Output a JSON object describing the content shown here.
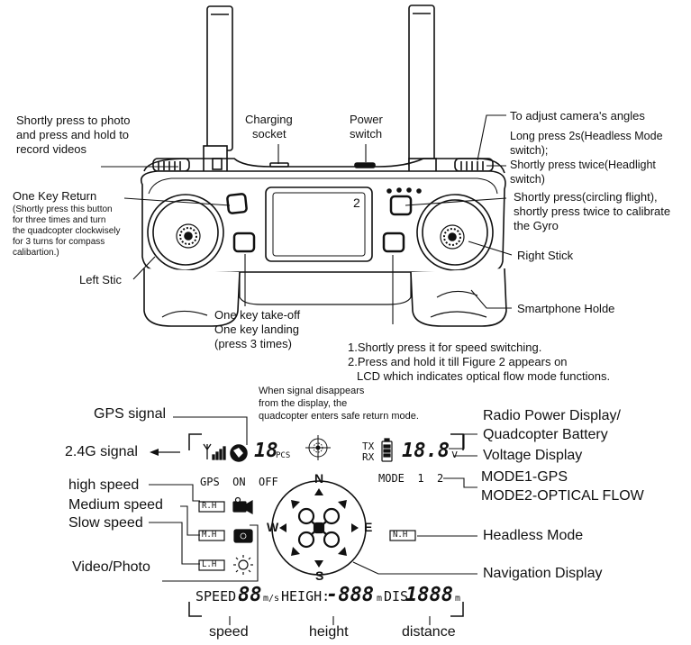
{
  "controller_labels": {
    "photo": [
      "Shortly press to photo",
      "and press and hold to",
      "record videos"
    ],
    "charging": [
      "Charging",
      "socket"
    ],
    "power": [
      "Power",
      "switch"
    ],
    "camera_angle": "To adjust camera's angles",
    "headless": [
      "Long press 2s(Headless Mode",
      "switch);",
      "Shortly press twice(Headlight",
      "switch)"
    ],
    "one_key_return_title": "One Key Return",
    "one_key_return_desc": [
      "(Shortly press this button",
      "for three times and turn",
      " the quadcopter clockwisely",
      "for 3 turns for compass",
      "calibartion.)"
    ],
    "circling": [
      "Shortly press(circling flight),",
      "shortly press twice to calibrate",
      "the Gyro"
    ],
    "right_stick": "Right Stick",
    "left_stick": "Left Stic",
    "phone_holder": "Smartphone Holde",
    "takeoff": [
      "One key take-off",
      "One key landing",
      "(press 3 times)"
    ],
    "speed_switch": [
      "1.Shortly press it for speed switching.",
      "2.Press and hold it till Figure 2 appears on",
      "LCD which indicates optical flow mode functions."
    ],
    "screen_figure": "2"
  },
  "lcd_labels": {
    "gps_signal": "GPS signal",
    "signal_note": [
      "When signal disappears",
      "from the display, the",
      "quadcopter enters safe return mode."
    ],
    "radio_power": [
      "Radio Power Display/",
      "Quadcopter Battery"
    ],
    "voltage": "Voltage Display",
    "signal_24g": "2.4G signal",
    "arrow_glyph": "←",
    "high_speed": "high speed",
    "mode1": "MODE1-GPS",
    "medium_speed": "Medium speed",
    "mode2": "MODE2-OPTICAL FLOW",
    "slow_speed": "Slow speed",
    "headless_mode": "Headless Mode",
    "video_photo": "Video/Photo",
    "navigation": "Navigation Display",
    "speed": "speed",
    "height": "height",
    "distance": "distance"
  },
  "lcd_screen": {
    "satellites": "18",
    "pcs": "PCS",
    "tx": "TX",
    "rx": "RX",
    "voltage": "18.8",
    "volt_unit": "v",
    "gps_on_off": "GPS  ON  OFF",
    "mode_line": "MODE  1  2",
    "rh": "R.H",
    "mh": "M.H",
    "lh": "L.H",
    "nh": "N.H",
    "compass_n": "N",
    "compass_s": "S",
    "compass_e": "E",
    "compass_w": "W",
    "speed_label": "SPEED:",
    "speed_value": "88",
    "speed_unit": "m/s",
    "height_label": "HEIGH:",
    "height_value": "-888",
    "height_unit": "m",
    "dis_label": "DIS:",
    "dis_value": "1888",
    "dis_unit": "m"
  }
}
